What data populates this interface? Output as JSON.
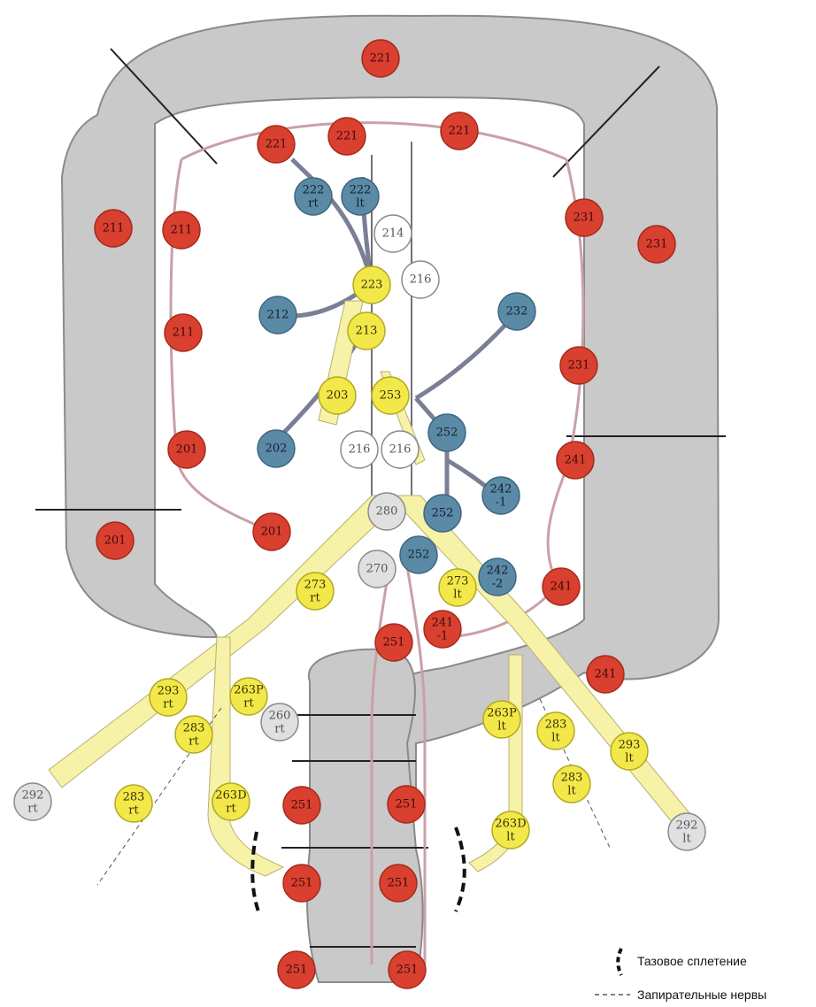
{
  "nodes": [
    {
      "id": "n221a",
      "text": [
        "221"
      ],
      "color": "red"
    },
    {
      "id": "n221b",
      "text": [
        "221"
      ],
      "color": "red"
    },
    {
      "id": "n221c",
      "text": [
        "221"
      ],
      "color": "red"
    },
    {
      "id": "n221d",
      "text": [
        "221"
      ],
      "color": "red"
    },
    {
      "id": "n222rt",
      "text": [
        "222",
        "rt"
      ],
      "color": "blue"
    },
    {
      "id": "n222lt",
      "text": [
        "222",
        "lt"
      ],
      "color": "blue"
    },
    {
      "id": "n214",
      "text": [
        "214"
      ],
      "color": "white"
    },
    {
      "id": "n216a",
      "text": [
        "216"
      ],
      "color": "white"
    },
    {
      "id": "n223",
      "text": [
        "223"
      ],
      "color": "yellow"
    },
    {
      "id": "n211a",
      "text": [
        "211"
      ],
      "color": "red"
    },
    {
      "id": "n211b",
      "text": [
        "211"
      ],
      "color": "red"
    },
    {
      "id": "n211c",
      "text": [
        "211"
      ],
      "color": "red"
    },
    {
      "id": "n212",
      "text": [
        "212"
      ],
      "color": "blue"
    },
    {
      "id": "n213",
      "text": [
        "213"
      ],
      "color": "yellow"
    },
    {
      "id": "n231a",
      "text": [
        "231"
      ],
      "color": "red"
    },
    {
      "id": "n231b",
      "text": [
        "231"
      ],
      "color": "red"
    },
    {
      "id": "n231c",
      "text": [
        "231"
      ],
      "color": "red"
    },
    {
      "id": "n232",
      "text": [
        "232"
      ],
      "color": "blue"
    },
    {
      "id": "n203",
      "text": [
        "203"
      ],
      "color": "yellow"
    },
    {
      "id": "n253",
      "text": [
        "253"
      ],
      "color": "yellow"
    },
    {
      "id": "n252a",
      "text": [
        "252"
      ],
      "color": "blue"
    },
    {
      "id": "n201a",
      "text": [
        "201"
      ],
      "color": "red"
    },
    {
      "id": "n202",
      "text": [
        "202"
      ],
      "color": "blue"
    },
    {
      "id": "n216b",
      "text": [
        "216"
      ],
      "color": "white"
    },
    {
      "id": "n216c",
      "text": [
        "216"
      ],
      "color": "white"
    },
    {
      "id": "n241a",
      "text": [
        "241"
      ],
      "color": "red"
    },
    {
      "id": "n242-1",
      "text": [
        "242",
        "-1"
      ],
      "color": "blue"
    },
    {
      "id": "n280",
      "text": [
        "280"
      ],
      "color": "grey"
    },
    {
      "id": "n252b",
      "text": [
        "252"
      ],
      "color": "blue"
    },
    {
      "id": "n201b",
      "text": [
        "201"
      ],
      "color": "red"
    },
    {
      "id": "n201c",
      "text": [
        "201"
      ],
      "color": "red"
    },
    {
      "id": "n252c",
      "text": [
        "252"
      ],
      "color": "blue"
    },
    {
      "id": "n270",
      "text": [
        "270"
      ],
      "color": "grey"
    },
    {
      "id": "n242-2",
      "text": [
        "242",
        "-2"
      ],
      "color": "blue"
    },
    {
      "id": "n241b",
      "text": [
        "241"
      ],
      "color": "red"
    },
    {
      "id": "n273rt",
      "text": [
        "273",
        "rt"
      ],
      "color": "yellow"
    },
    {
      "id": "n273lt",
      "text": [
        "273",
        "lt"
      ],
      "color": "yellow"
    },
    {
      "id": "n241-1",
      "text": [
        "241",
        "-1"
      ],
      "color": "red"
    },
    {
      "id": "n251a",
      "text": [
        "251"
      ],
      "color": "red"
    },
    {
      "id": "n241c",
      "text": [
        "241"
      ],
      "color": "red"
    },
    {
      "id": "n293rt",
      "text": [
        "293",
        "rt"
      ],
      "color": "yellow"
    },
    {
      "id": "n263Prt",
      "text": [
        "263P",
        "rt"
      ],
      "color": "yellow"
    },
    {
      "id": "n260rt",
      "text": [
        "260",
        "rt"
      ],
      "color": "grey"
    },
    {
      "id": "n283rt_up",
      "text": [
        "283",
        "rt"
      ],
      "color": "yellow"
    },
    {
      "id": "n263Plt",
      "text": [
        "263P",
        "lt"
      ],
      "color": "yellow"
    },
    {
      "id": "n283lt_up",
      "text": [
        "283",
        "lt"
      ],
      "color": "yellow"
    },
    {
      "id": "n293lt",
      "text": [
        "293",
        "lt"
      ],
      "color": "yellow"
    },
    {
      "id": "n292rt",
      "text": [
        "292",
        "rt"
      ],
      "color": "grey"
    },
    {
      "id": "n283rt_lo",
      "text": [
        "283",
        "rt"
      ],
      "color": "yellow"
    },
    {
      "id": "n263Drt",
      "text": [
        "263D",
        "rt"
      ],
      "color": "yellow"
    },
    {
      "id": "n251b",
      "text": [
        "251"
      ],
      "color": "red"
    },
    {
      "id": "n251c",
      "text": [
        "251"
      ],
      "color": "red"
    },
    {
      "id": "n283lt_lo",
      "text": [
        "283",
        "lt"
      ],
      "color": "yellow"
    },
    {
      "id": "n263Dlt",
      "text": [
        "263D",
        "lt"
      ],
      "color": "yellow"
    },
    {
      "id": "n292lt",
      "text": [
        "292",
        "lt"
      ],
      "color": "grey"
    },
    {
      "id": "n251d",
      "text": [
        "251"
      ],
      "color": "red"
    },
    {
      "id": "n251e",
      "text": [
        "251"
      ],
      "color": "red"
    },
    {
      "id": "n251f",
      "text": [
        "251"
      ],
      "color": "red"
    },
    {
      "id": "n251g",
      "text": [
        "251"
      ],
      "color": "red"
    }
  ],
  "legend": {
    "pelvic_plexus": "Тазовое сплетение",
    "obturator_nerves": "Запирательные нервы"
  },
  "colors": {
    "red": "#d9402f",
    "blue": "#5b8aa6",
    "yellow": "#f2e84a",
    "white": "#ffffff",
    "grey": "#e0e0e0",
    "colon": "#c9c9c9",
    "vessel": "#c9a0a8",
    "artery": "#7a7f96",
    "nerve": "#f6f2a8"
  }
}
